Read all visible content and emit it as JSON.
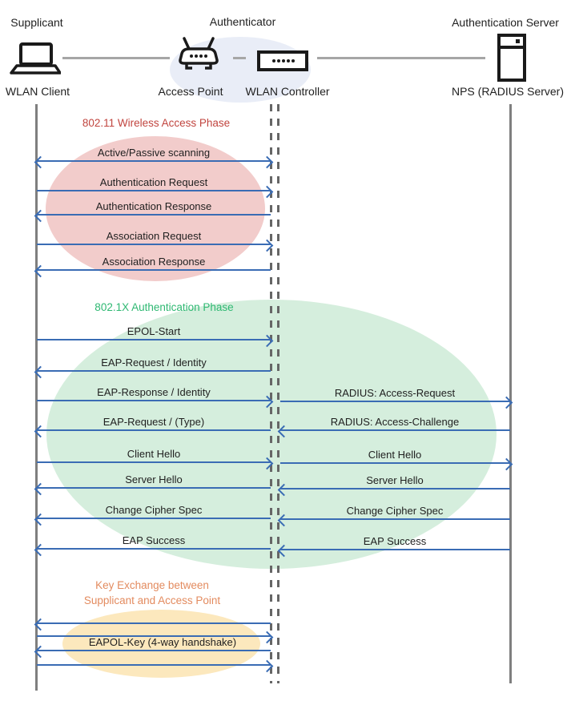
{
  "header": {
    "roles": [
      {
        "label": "Supplicant"
      },
      {
        "label": "Authenticator"
      },
      {
        "label": "Authentication Server"
      }
    ],
    "nodes": [
      {
        "label": "WLAN Client",
        "icon": "laptop-icon"
      },
      {
        "label": "Access Point",
        "icon": "access-point-icon"
      },
      {
        "label": "WLAN Controller",
        "icon": "wlan-controller-icon"
      },
      {
        "label": "NPS (RADIUS Server)",
        "icon": "server-icon"
      }
    ]
  },
  "phases": [
    {
      "title": "802.11 Wireless Access Phase"
    },
    {
      "title": "802.1X Authentication Phase"
    },
    {
      "title_line1": "Key Exchange between",
      "title_line2": "Supplicant and Access Point"
    }
  ],
  "messages": {
    "client_to_controller": [
      {
        "text": "Active/Passive scanning",
        "direction": "both"
      },
      {
        "text": "Authentication Request",
        "direction": "right"
      },
      {
        "text": "Authentication Response",
        "direction": "left"
      },
      {
        "text": "Association Request",
        "direction": "right"
      },
      {
        "text": "Association Response",
        "direction": "left"
      },
      {
        "text": "EPOL-Start",
        "direction": "right"
      },
      {
        "text": "EAP-Request / Identity",
        "direction": "left"
      },
      {
        "text": "EAP-Response / Identity",
        "direction": "right"
      },
      {
        "text": "EAP-Request / (Type)",
        "direction": "left"
      },
      {
        "text": "Client Hello",
        "direction": "right"
      },
      {
        "text": "Server Hello",
        "direction": "left"
      },
      {
        "text": "Change Cipher Spec",
        "direction": "left"
      },
      {
        "text": "EAP Success",
        "direction": "left"
      }
    ],
    "controller_to_server": [
      {
        "text": "RADIUS: Access-Request",
        "direction": "right"
      },
      {
        "text": "RADIUS: Access-Challenge",
        "direction": "left"
      },
      {
        "text": "Client Hello",
        "direction": "right"
      },
      {
        "text": "Server Hello",
        "direction": "left"
      },
      {
        "text": "Change Cipher Spec",
        "direction": "left"
      },
      {
        "text": "EAP Success",
        "direction": "left"
      }
    ],
    "key_exchange": {
      "text": "EAPOL-Key (4-way handshake)",
      "arrows": [
        "left",
        "right",
        "left",
        "right"
      ]
    }
  },
  "colors": {
    "ink": "#262626",
    "arrow": "#3a6cb4",
    "lifeline": "#7f7f7f",
    "dashline": "#666666",
    "connector": "#a6a6a6",
    "hub-fill": "#e9edf7",
    "phase1-fill": "#f2cccb",
    "phase2-fill": "#d5eedd",
    "phase3-fill": "#fce8bd",
    "phase1-title": "#c1453f",
    "phase2-title": "#2eb872",
    "phase3-title": "#e38b5f"
  }
}
